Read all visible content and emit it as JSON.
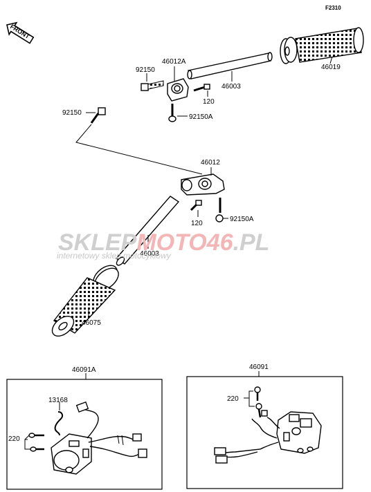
{
  "diagram_code": "F2310",
  "front_label": "FRONT",
  "watermark": {
    "brand_part1": "SKLEP",
    "brand_part2": "MOTO",
    "brand_part3": "46",
    "brand_part4": ".PL",
    "tagline": "internetowy sklep motocyklowy"
  },
  "parts": {
    "grip_right": "46019",
    "throttle_tube": "46003",
    "throttle_housing": "46012A",
    "bolt_upper": "92150",
    "screw_upper": "120",
    "screw_upper_lower": "92150A",
    "bolt_left": "92150",
    "clamp_mid": "46012",
    "screw_mid": "120",
    "screw_mid_lower": "92150A",
    "tube_lower": "46003",
    "grip_left": "46075",
    "switch_left": "46091A",
    "clip_left": "13168",
    "screws_left": "220",
    "switch_right": "46091",
    "screws_right": "220"
  }
}
